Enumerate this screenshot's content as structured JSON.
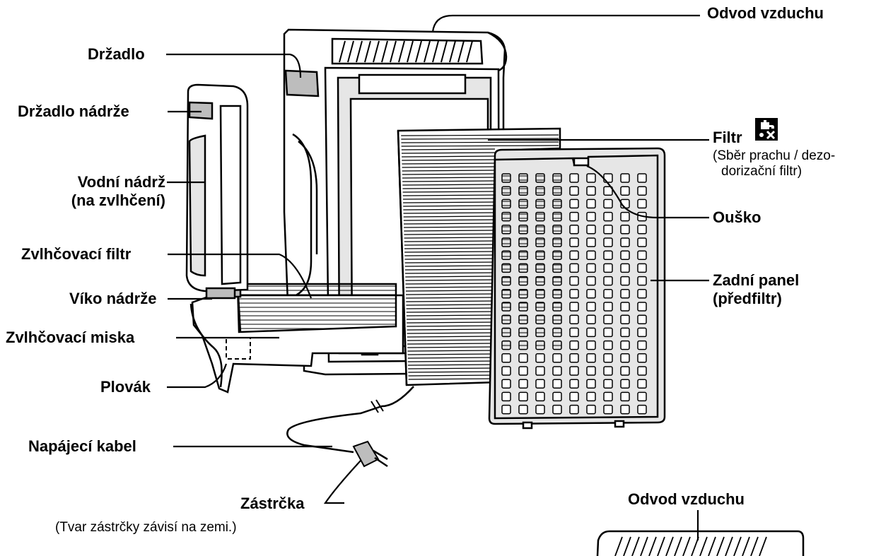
{
  "labels": {
    "odvod_top": "Odvod vzduchu",
    "drzadlo": "Držadlo",
    "drzadlo_nadrze": "Držadlo nádrže",
    "vodni_nadrz_1": "Vodní nádrž",
    "vodni_nadrz_2": "(na zvlhčení)",
    "filtr": "Filtr",
    "filtr_sub_1": "(Sběr prachu / dezo-",
    "filtr_sub_2": "dorizační filtr)",
    "ousko": "Ouško",
    "zvlh_filtr": "Zvlhčovací filtr",
    "viko": "Víko nádrže",
    "zadni_panel_1": "Zadní panel",
    "zadni_panel_2": "(předfiltr)",
    "zvlh_miska": "Zvlhčovací miska",
    "plovak": "Plovák",
    "napajeci_kabel": "Napájecí kabel",
    "zastrcka": "Zástrčka",
    "zastrcka_sub": "(Tvar zástrčky závisí na zemi.)",
    "odvod_bottom": "Odvod vzduchu"
  },
  "icons": {
    "filter_badge": "faucet-cross-icon"
  },
  "colors": {
    "ink": "#000000",
    "body_fill": "#ffffff",
    "panel_fill": "#e6e6e6",
    "shade": "#bdbdbd"
  }
}
